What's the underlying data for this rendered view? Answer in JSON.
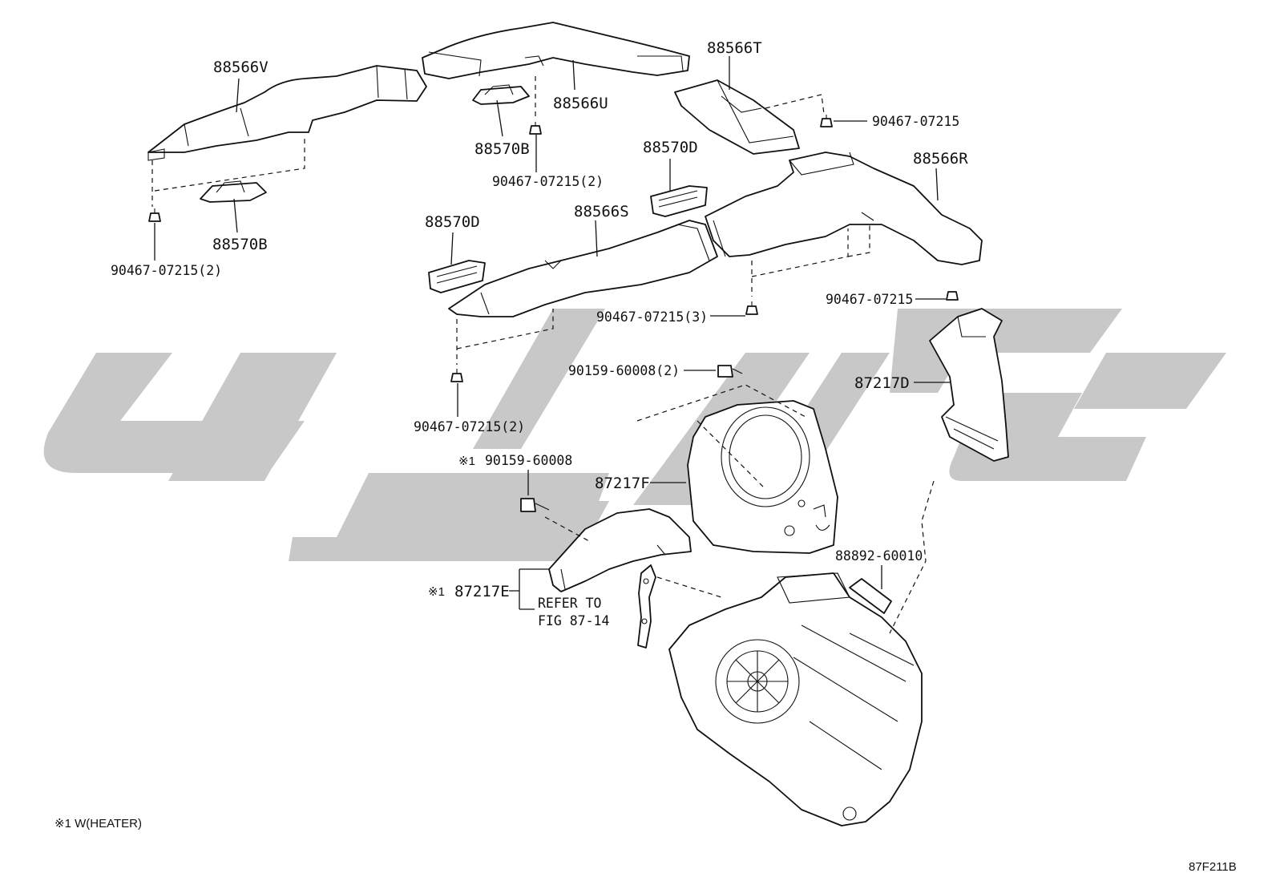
{
  "parts": {
    "p88566v": "88566V",
    "p88566u": "88566U",
    "p88566t": "88566T",
    "p88570b_top": "88570B",
    "p88570b_left": "88570B",
    "p88570d_mid": "88570D",
    "p88570d_left": "88570D",
    "p88566s": "88566S",
    "p88566r": "88566R",
    "p87217d": "87217D",
    "p87217f": "87217F",
    "p87217e": "87217E",
    "p88892": "88892-60010"
  },
  "fasteners": {
    "f_right_top": "90467-07215",
    "f_mid_top": "90467-07215(2)",
    "f_left": "90467-07215(2)",
    "f_right_mid": "90467-07215",
    "f_center_3": "90467-07215(3)",
    "f_bottom_2": "90467-07215(2)",
    "screw_2": "90159-60008(2)",
    "screw_1": "90159-60008"
  },
  "notes": {
    "mark": "※1",
    "refer_line1": "REFER TO",
    "refer_line2": "FIG 87-14",
    "footnote": "※1 W(HEATER)",
    "figure_code": "87F211B"
  },
  "colors": {
    "watermark": "#c8c8c8",
    "ink": "#111111"
  }
}
